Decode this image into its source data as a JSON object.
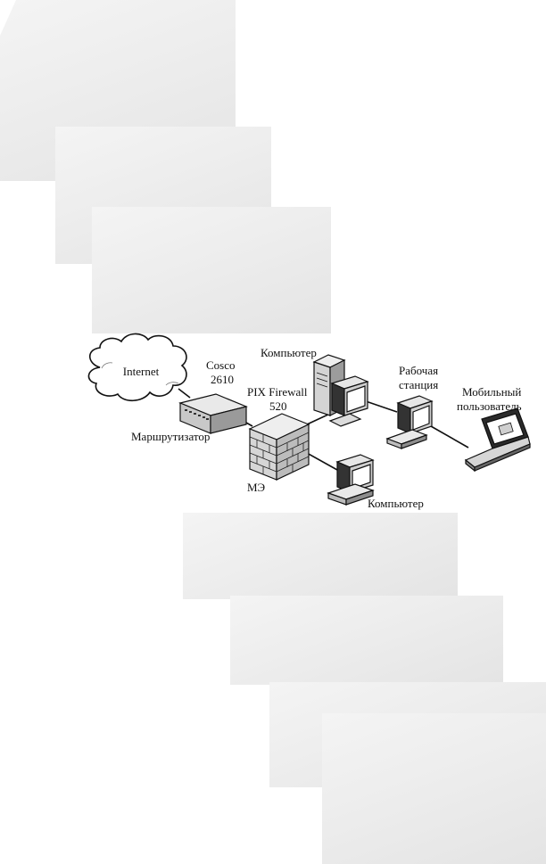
{
  "diagram": {
    "nodes": {
      "internet": {
        "label": "Internet"
      },
      "router": {
        "label_line1": "Cosco",
        "label_line2": "2610",
        "caption": "Маршрутизатор"
      },
      "firewall": {
        "label_line1": "PIX Firewall",
        "label_line2": "520",
        "caption": "МЭ"
      },
      "server": {
        "caption": "Компьютер"
      },
      "workstation": {
        "caption_line1": "Рабочая",
        "caption_line2": "станция"
      },
      "laptop": {
        "caption_line1": "Мобильный",
        "caption_line2": "пользователь"
      },
      "computer2": {
        "caption": "Компьютер"
      }
    },
    "edges": [
      {
        "from": "internet",
        "to": "router"
      },
      {
        "from": "router",
        "to": "firewall"
      },
      {
        "from": "firewall",
        "to": "server"
      },
      {
        "from": "firewall",
        "to": "computer2"
      },
      {
        "from": "server",
        "to": "workstation"
      },
      {
        "from": "workstation",
        "to": "laptop"
      }
    ],
    "colors": {
      "line": "#111111",
      "background": "#ffffff",
      "brick": "#d8d8d8"
    }
  }
}
